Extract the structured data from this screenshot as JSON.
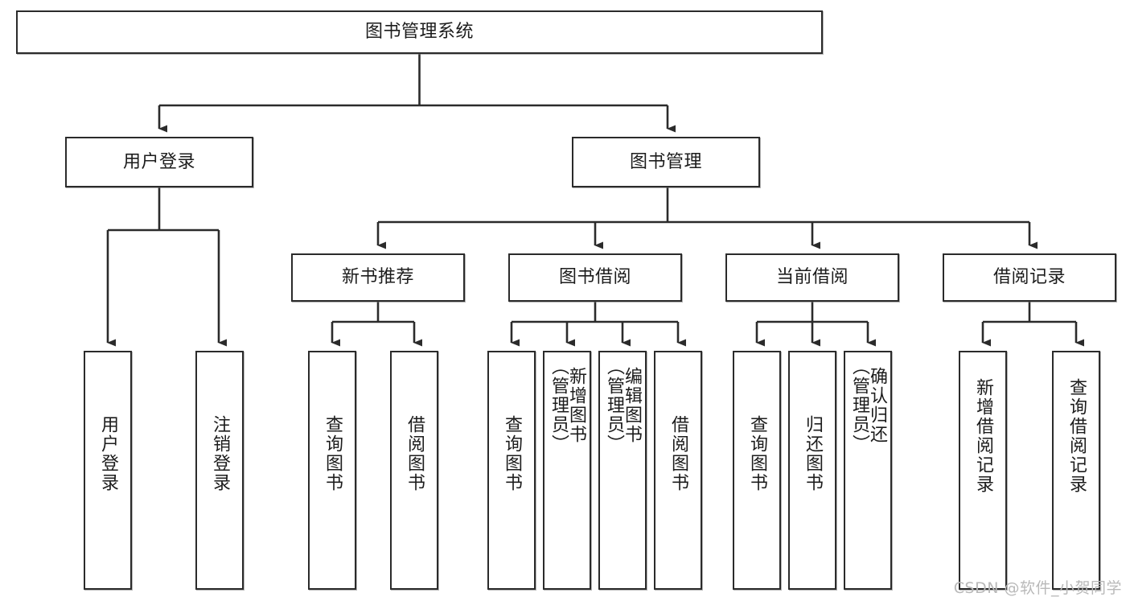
{
  "diagram": {
    "type": "tree-hierarchy",
    "title": "图书管理系统",
    "watermark": "CSDN @软件_小贺同学",
    "colors": {
      "border": "#2b2b2b",
      "background": "#ffffff",
      "text": "#1c1c1c",
      "connector": "#2b2b2b",
      "watermark": "#b9b9b9"
    },
    "levels": {
      "root": {
        "label": "图书管理系统"
      },
      "level2": [
        {
          "id": "user-login",
          "label": "用户登录"
        },
        {
          "id": "book-manage",
          "label": "图书管理"
        }
      ],
      "level3": [
        {
          "id": "new-book-recommend",
          "label": "新书推荐"
        },
        {
          "id": "book-borrow",
          "label": "图书借阅"
        },
        {
          "id": "current-borrow",
          "label": "当前借阅"
        },
        {
          "id": "borrow-record",
          "label": "借阅记录"
        }
      ],
      "leaves": [
        {
          "id": "leaf-user-login",
          "label": "用户登录",
          "parent": "user-login"
        },
        {
          "id": "leaf-user-logout",
          "label": "注销登录",
          "parent": "user-login"
        },
        {
          "id": "leaf-query-book-1",
          "label": "查询图书",
          "parent": "new-book-recommend"
        },
        {
          "id": "leaf-borrow-book-1",
          "label": "借阅图书",
          "parent": "new-book-recommend"
        },
        {
          "id": "leaf-query-book-2",
          "label": "查询图书",
          "parent": "book-borrow"
        },
        {
          "id": "leaf-add-book",
          "label": "新增图书\n（管理员）",
          "parent": "book-borrow"
        },
        {
          "id": "leaf-edit-book",
          "label": "编辑图书\n（管理员）",
          "parent": "book-borrow"
        },
        {
          "id": "leaf-borrow-book-2",
          "label": "借阅图书",
          "parent": "book-borrow"
        },
        {
          "id": "leaf-query-book-3",
          "label": "查询图书",
          "parent": "current-borrow"
        },
        {
          "id": "leaf-return-book",
          "label": "归还图书",
          "parent": "current-borrow"
        },
        {
          "id": "leaf-confirm-return",
          "label": "确认归还\n（管理员）",
          "parent": "current-borrow"
        },
        {
          "id": "leaf-add-record",
          "label": "新增借阅记录",
          "parent": "borrow-record"
        },
        {
          "id": "leaf-query-record",
          "label": "查询借阅记录",
          "parent": "borrow-record"
        }
      ]
    }
  }
}
